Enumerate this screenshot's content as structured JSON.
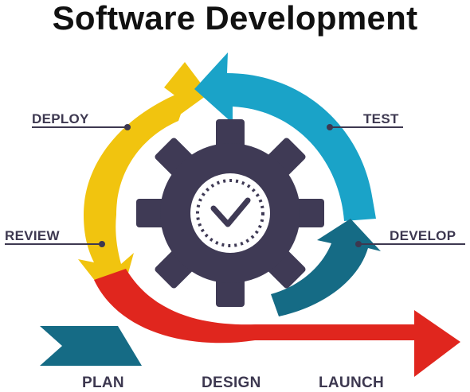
{
  "title": "Software Development",
  "labels": {
    "deploy": "DEPLOY",
    "test": "TEST",
    "review": "REVIEW",
    "develop": "DEVELOP",
    "plan": "PLAN",
    "design": "DESIGN",
    "launch": "LAUNCH"
  },
  "colors": {
    "yellow_arrow": "#f1c40f",
    "blue_arrow": "#1aa3c8",
    "teal_arrow": "#156b85",
    "red_arrow": "#e0261e",
    "gear": "#3f3a55",
    "label_text": "#3d3850"
  },
  "icons": [
    "gear-icon",
    "checkmark-icon"
  ]
}
